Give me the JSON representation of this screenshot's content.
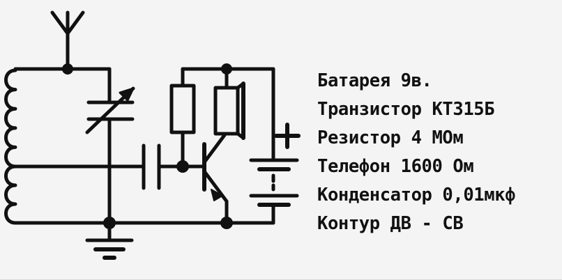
{
  "figure": {
    "type": "circuit-schematic",
    "title": "Regenerative crystal-set style radio receiver schematic",
    "background_color": "#f4f4f4",
    "ink_color": "#111111"
  },
  "legend": {
    "lines": [
      {
        "id": "battery",
        "text": "Батарея 9в."
      },
      {
        "id": "transistor",
        "text": "Транзистор КТ315Б"
      },
      {
        "id": "resistor",
        "text": "Резистор 4 МОм"
      },
      {
        "id": "telephone",
        "text": "Телефон 1600 Ом"
      },
      {
        "id": "capacitor",
        "text": "Конденсатор 0,01мкф"
      },
      {
        "id": "tank-circuit",
        "text": "Контур ДВ - СВ"
      }
    ]
  },
  "components": [
    {
      "id": "antenna",
      "name": "antenna-symbol",
      "label": ""
    },
    {
      "id": "tuning-coil",
      "name": "tapped-inductor-symbol",
      "label": ""
    },
    {
      "id": "variable-capacitor",
      "name": "variable-capacitor-symbol",
      "label": ""
    },
    {
      "id": "coupling-capacitor",
      "name": "capacitor-symbol",
      "label": ""
    },
    {
      "id": "bias-resistor",
      "name": "resistor-symbol",
      "label": ""
    },
    {
      "id": "headphone",
      "name": "telephone-earpiece-symbol",
      "label": ""
    },
    {
      "id": "transistor-npn",
      "name": "npn-transistor-symbol",
      "label": ""
    },
    {
      "id": "battery",
      "name": "battery-symbol",
      "label": "+"
    },
    {
      "id": "ground",
      "name": "ground-symbol",
      "label": ""
    }
  ],
  "markings": {
    "battery_plus": "+"
  }
}
